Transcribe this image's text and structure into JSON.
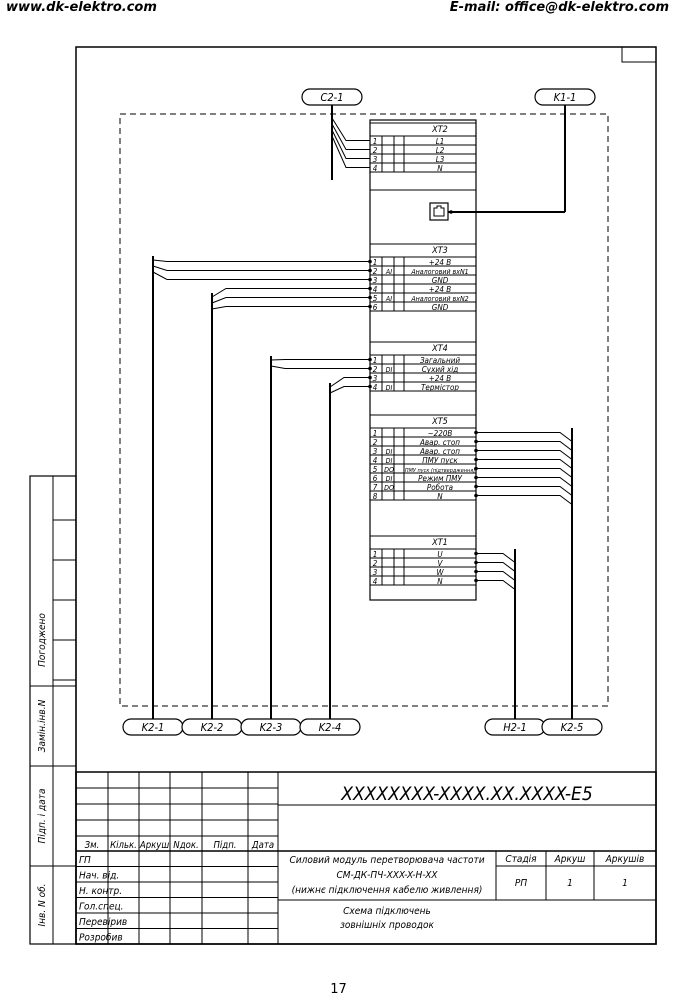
{
  "header": {
    "website": "www.dk-elektro.com",
    "email": "E-mail: office@dk-elektro.com"
  },
  "cables_top": [
    {
      "label": "C2-1"
    },
    {
      "label": "K1-1"
    }
  ],
  "cables_bottom": [
    {
      "label": "K2-1"
    },
    {
      "label": "K2-2"
    },
    {
      "label": "K2-3"
    },
    {
      "label": "K2-4"
    },
    {
      "label": "H2-1"
    },
    {
      "label": "K2-5"
    }
  ],
  "blocks": {
    "xt2": {
      "title": "XT2",
      "rows": [
        {
          "num": "1",
          "type": "",
          "name": "L1"
        },
        {
          "num": "2",
          "type": "",
          "name": "L2"
        },
        {
          "num": "3",
          "type": "",
          "name": "L3"
        },
        {
          "num": "4",
          "type": "",
          "name": "N"
        }
      ]
    },
    "xt3": {
      "title": "XT3",
      "rows": [
        {
          "num": "1",
          "type": "",
          "name": "+24 В"
        },
        {
          "num": "2",
          "type": "AI",
          "name": "Аналоговий вхN1"
        },
        {
          "num": "3",
          "type": "",
          "name": "GND"
        },
        {
          "num": "4",
          "type": "",
          "name": "+24 В"
        },
        {
          "num": "5",
          "type": "AI",
          "name": "Аналоговий вхN2"
        },
        {
          "num": "6",
          "type": "",
          "name": "GND"
        }
      ]
    },
    "xt4": {
      "title": "XT4",
      "rows": [
        {
          "num": "1",
          "type": "",
          "name": "Загальний"
        },
        {
          "num": "2",
          "type": "DI",
          "name": "Сухий хід"
        },
        {
          "num": "3",
          "type": "",
          "name": "+24 В"
        },
        {
          "num": "4",
          "type": "DI",
          "name": "Термістор"
        }
      ]
    },
    "xt5": {
      "title": "XT5",
      "rows": [
        {
          "num": "1",
          "type": "",
          "name": "~220В"
        },
        {
          "num": "2",
          "type": "",
          "name": "Авар. стоп"
        },
        {
          "num": "3",
          "type": "DI",
          "name": "Авар. стоп"
        },
        {
          "num": "4",
          "type": "DI",
          "name": "ПМУ пуск"
        },
        {
          "num": "5",
          "type": "DO",
          "name": "ПМУ пуск (підтвердження)"
        },
        {
          "num": "6",
          "type": "DI",
          "name": "Режим ПМУ"
        },
        {
          "num": "7",
          "type": "DO",
          "name": "Робота"
        },
        {
          "num": "8",
          "type": "",
          "name": "N"
        }
      ]
    },
    "xt1": {
      "title": "XT1",
      "rows": [
        {
          "num": "1",
          "type": "",
          "name": "U"
        },
        {
          "num": "2",
          "type": "",
          "name": "V"
        },
        {
          "num": "3",
          "type": "",
          "name": "W"
        },
        {
          "num": "4",
          "type": "",
          "name": "N"
        }
      ]
    }
  },
  "side_stamp": {
    "approved": "Погоджено",
    "inv_replace": "Замін.інв.N",
    "sign_date": "Підп. і дата",
    "inv_orig": "Інв. N об."
  },
  "title_block": {
    "doc_code": "XXXXXXXX-XXXX.XX.XXXX-E5",
    "col_headers": [
      "Зм.",
      "Кільк.",
      "Аркуш",
      "Nдок.",
      "Підп.",
      "Дата"
    ],
    "roles": [
      "ГП",
      "Нач. від.",
      "Н. контр.",
      "Гол.спец.",
      "Перевірив",
      "Розробив"
    ],
    "product": [
      "Силовий модуль перетворювача частоти",
      "СМ-ДК-ПЧ-XXX-X-H-XX",
      "(нижнє підключення кабелю живлення)"
    ],
    "sheet_title": [
      "Схема підключень",
      "зовнішніх проводок"
    ],
    "stage_label": "Стадія",
    "sheet_label": "Аркуш",
    "sheets_label": "Аркушів",
    "stage": "РП",
    "sheet": "1",
    "sheets": "1"
  },
  "page_number": "17"
}
